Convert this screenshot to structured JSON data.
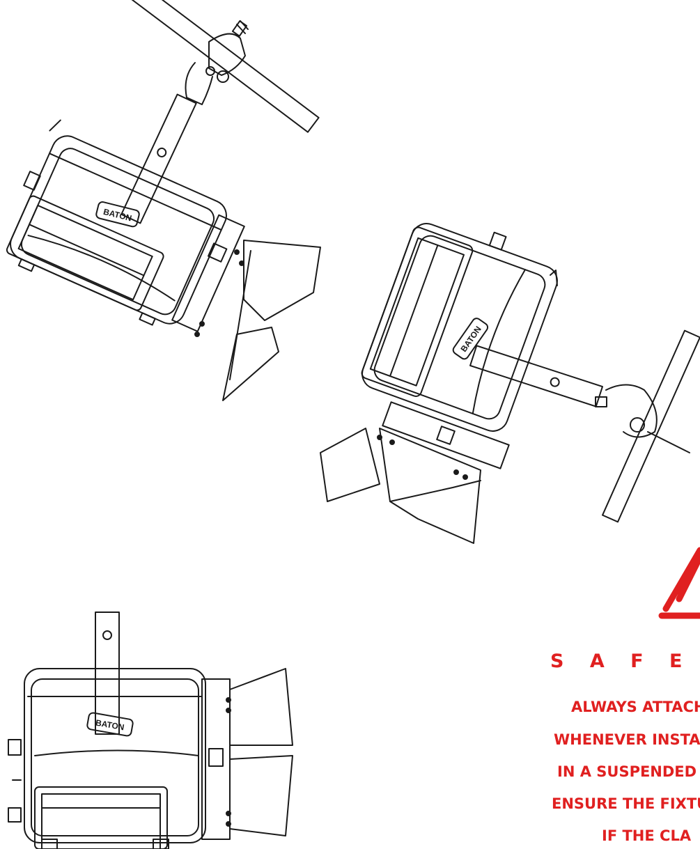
{
  "safety": {
    "title": "S A F E T Y",
    "lines": [
      "ALWAYS ATTACH",
      "WHENEVER INSTAL",
      "IN A SUSPENDED",
      "ENSURE THE FIXTU",
      "IF THE CLA"
    ]
  },
  "logo_text": "BATON",
  "colors": {
    "warning_red": "#e02020",
    "line_art": "#1a1a1a"
  },
  "icons": [
    "warning-triangle-icon"
  ]
}
